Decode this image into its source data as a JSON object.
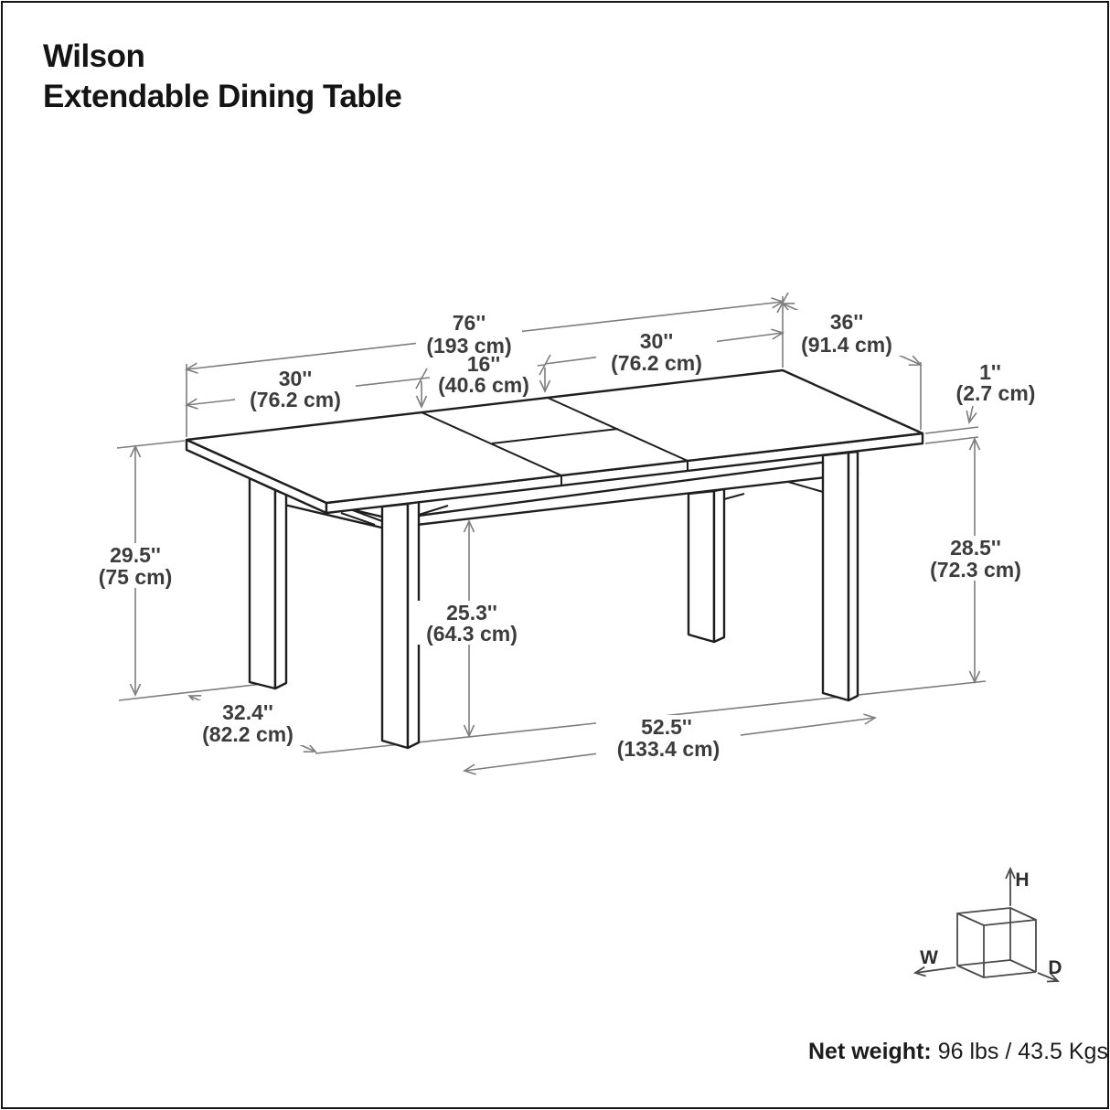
{
  "title": {
    "line1": "Wilson",
    "line2": "Extendable Dining Table"
  },
  "dimensions": {
    "overall_length": {
      "inches": "76''",
      "cm": "(193 cm)"
    },
    "depth": {
      "inches": "36''",
      "cm": "(91.4 cm)"
    },
    "right_section": {
      "inches": "30''",
      "cm": "(76.2 cm)"
    },
    "leaf": {
      "inches": "16''",
      "cm": "(40.6 cm)"
    },
    "left_section": {
      "inches": "30''",
      "cm": "(76.2 cm)"
    },
    "top_thickness": {
      "inches": "1''",
      "cm": "(2.7 cm)"
    },
    "overall_height": {
      "inches": "29.5''",
      "cm": "(75 cm)"
    },
    "underside_height": {
      "inches": "28.5''",
      "cm": "(72.3 cm)"
    },
    "apron_clearance": {
      "inches": "25.3''",
      "cm": "(64.3 cm)"
    },
    "leg_span_depth": {
      "inches": "32.4''",
      "cm": "(82.2 cm)"
    },
    "leg_span_length": {
      "inches": "52.5''",
      "cm": "(133.4 cm)"
    }
  },
  "axis_key": {
    "width": "W",
    "height": "H",
    "depth": "D"
  },
  "net_weight": {
    "label": "Net weight:",
    "value": "96 lbs / 43.5 Kgs"
  },
  "colors": {
    "drawing_line": "#1e1e1e",
    "dimension_line": "#7d7d7d",
    "text": "#3c3c3c"
  }
}
